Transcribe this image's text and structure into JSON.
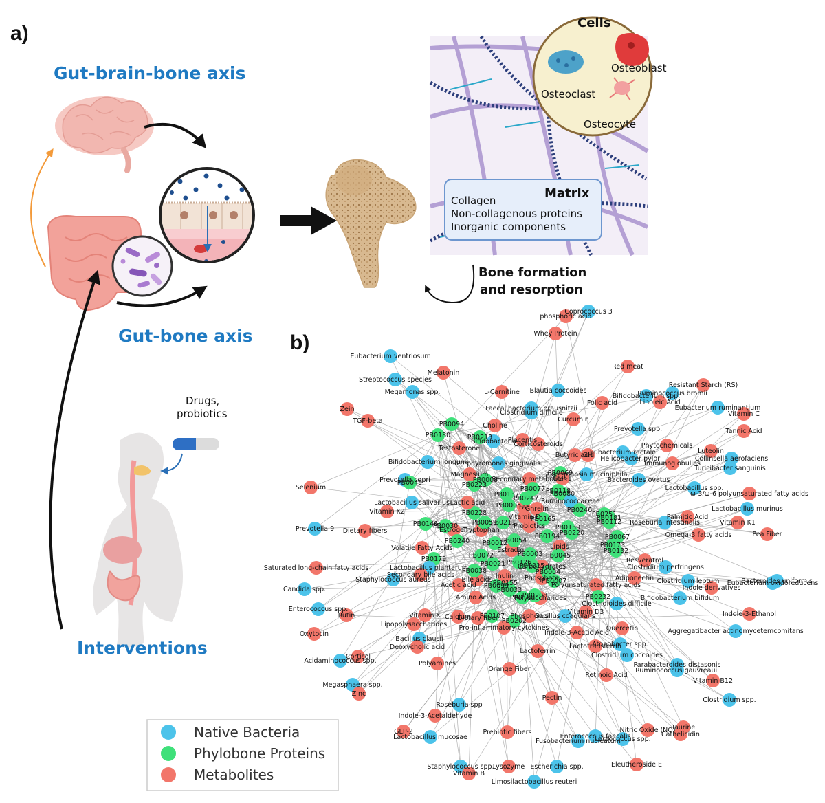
{
  "panel_a": {
    "label": "a)",
    "gut_brain_bone_axis": "Gut-brain-bone axis",
    "gut_bone_axis": "Gut-bone axis",
    "interventions": "Interventions",
    "drugs_line1": "Drugs,",
    "drugs_line2": "probiotics",
    "cells_title": "Cells",
    "osteoblast": "Osteoblast",
    "osteoclast": "Osteoclast",
    "osteocyte": "Osteocyte",
    "matrix_title": "Matrix",
    "matrix_items": [
      "Collagen",
      "Non-collagenous proteins",
      "Inorganic components"
    ],
    "bone_line1": "Bone formation",
    "bone_line2": "and resorption"
  },
  "panel_b": {
    "label": "b)",
    "legend": [
      {
        "label": "Native Bacteria",
        "color": "#4cc3ea"
      },
      {
        "label": "Phylobone Proteins",
        "color": "#3fe07a"
      },
      {
        "label": "Metabolites",
        "color": "#f2766a"
      }
    ],
    "nodes": [
      {
        "label": "Coprococcus 3",
        "group": "bacteria"
      },
      {
        "label": "phosphoric acid",
        "group": "metabolite"
      },
      {
        "label": "Whey Protein",
        "group": "metabolite"
      },
      {
        "label": "Eubacterium ventriosum",
        "group": "bacteria"
      },
      {
        "label": "Red meat",
        "group": "metabolite"
      },
      {
        "label": "Melatonin",
        "group": "metabolite"
      },
      {
        "label": "Streptococcus species",
        "group": "bacteria"
      },
      {
        "label": "Resistant Starch (RS)",
        "group": "metabolite"
      },
      {
        "label": "L-Carnitine",
        "group": "metabolite"
      },
      {
        "label": "Blautia coccoides",
        "group": "bacteria"
      },
      {
        "label": "Ruminococcus bromii",
        "group": "bacteria"
      },
      {
        "label": "Megamonas spp.",
        "group": "bacteria"
      },
      {
        "label": "Bifidobacterium spp.",
        "group": "bacteria"
      },
      {
        "label": "Linoleic Acid",
        "group": "metabolite"
      },
      {
        "label": "Folic acid",
        "group": "metabolite"
      },
      {
        "label": "Eubacterium ruminantium",
        "group": "bacteria"
      },
      {
        "label": "Faecalibacterium prausnitzii",
        "group": "bacteria"
      },
      {
        "label": "Clostridium difficile",
        "group": "bacteria"
      },
      {
        "label": "Curcumin",
        "group": "metabolite"
      },
      {
        "label": "Zein",
        "group": "metabolite"
      },
      {
        "label": "Vitamin C",
        "group": "metabolite"
      },
      {
        "label": "TGF-beta",
        "group": "metabolite"
      },
      {
        "label": "PB0094",
        "group": "protein"
      },
      {
        "label": "Choline",
        "group": "metabolite"
      },
      {
        "label": "Prevotella spp.",
        "group": "bacteria"
      },
      {
        "label": "Tannic Acid",
        "group": "metabolite"
      },
      {
        "label": "PB0180",
        "group": "protein"
      },
      {
        "label": "PB0213",
        "group": "protein"
      },
      {
        "label": "Bifidobacteria",
        "group": "bacteria"
      },
      {
        "label": "Placentis",
        "group": "metabolite"
      },
      {
        "label": "Corticosteroids",
        "group": "metabolite"
      },
      {
        "label": "Testosterone",
        "group": "metabolite"
      },
      {
        "label": "Phytochemicals",
        "group": "metabolite"
      },
      {
        "label": "Luteolin",
        "group": "metabolite"
      },
      {
        "label": "Bifidobacterium longum",
        "group": "bacteria"
      },
      {
        "label": "Porphyromonas gingivalis",
        "group": "bacteria"
      },
      {
        "label": "Butyric acid",
        "group": "metabolite"
      },
      {
        "label": "GH",
        "group": "metabolite"
      },
      {
        "label": "Eubacterium rectale",
        "group": "bacteria"
      },
      {
        "label": "Helicobacter pylori",
        "group": "bacteria"
      },
      {
        "label": "Immunoglobulins",
        "group": "metabolite"
      },
      {
        "label": "Collinsella aerofaciens",
        "group": "bacteria"
      },
      {
        "label": "Turicibacter sanguinis",
        "group": "bacteria"
      },
      {
        "label": "Prevotella copri",
        "group": "bacteria"
      },
      {
        "label": "PB0049",
        "group": "protein"
      },
      {
        "label": "PB0223",
        "group": "protein"
      },
      {
        "label": "PB0008",
        "group": "protein"
      },
      {
        "label": "Secondary metabolites",
        "group": "metabolite"
      },
      {
        "label": "PB0069",
        "group": "protein"
      },
      {
        "label": "GLP-1",
        "group": "metabolite"
      },
      {
        "label": "Akkermansia muciniphila",
        "group": "bacteria"
      },
      {
        "label": "Bacteroides ovatus",
        "group": "bacteria"
      },
      {
        "label": "Selenium",
        "group": "metabolite"
      },
      {
        "label": "Lactobacillus spp.",
        "group": "bacteria"
      },
      {
        "label": "PB0118",
        "group": "protein"
      },
      {
        "label": "PB0080",
        "group": "protein"
      },
      {
        "label": "ω-3/ω-6 polyunsaturated fatty acids",
        "group": "metabolite"
      },
      {
        "label": "Lactobacillus salivarius",
        "group": "bacteria"
      },
      {
        "label": "PB0137",
        "group": "protein"
      },
      {
        "label": "PB0077",
        "group": "protein"
      },
      {
        "label": "Vitamin K2",
        "group": "metabolite"
      },
      {
        "label": "Ruminococcaceae",
        "group": "bacteria"
      },
      {
        "label": "Fat",
        "group": "metabolite"
      },
      {
        "label": "Lactobacillus murinus",
        "group": "bacteria"
      },
      {
        "label": "PB0228",
        "group": "protein"
      },
      {
        "label": "Vitamin D",
        "group": "metabolite"
      },
      {
        "label": "Ghrelin",
        "group": "metabolite"
      },
      {
        "label": "PB0246",
        "group": "protein"
      },
      {
        "label": "PB0251",
        "group": "protein"
      },
      {
        "label": "PB0181",
        "group": "protein"
      },
      {
        "label": "Palmitic Acid",
        "group": "metabolite"
      },
      {
        "label": "Vitamin K1",
        "group": "metabolite"
      },
      {
        "label": "Prevotella 9",
        "group": "bacteria"
      },
      {
        "label": "PB0146",
        "group": "protein"
      },
      {
        "label": "Estrogen",
        "group": "metabolite"
      },
      {
        "label": "Tryptophan",
        "group": "metabolite"
      },
      {
        "label": "Probiotics",
        "group": "metabolite"
      },
      {
        "label": "PB0220",
        "group": "protein"
      },
      {
        "label": "PB0112",
        "group": "protein"
      },
      {
        "label": "Roseburia intestinalis",
        "group": "bacteria"
      },
      {
        "label": "Dietary fibers",
        "group": "metabolite"
      },
      {
        "label": "Pea Fiber",
        "group": "metabolite"
      },
      {
        "label": "Omega-3 fatty acids",
        "group": "metabolite"
      },
      {
        "label": "Volatile Fatty Acids",
        "group": "metabolite"
      },
      {
        "label": "PB0067",
        "group": "protein"
      },
      {
        "label": "PB0173",
        "group": "protein"
      },
      {
        "label": "PB0132",
        "group": "protein"
      },
      {
        "label": "Lipids",
        "group": "metabolite"
      },
      {
        "label": "PB0179",
        "group": "protein"
      },
      {
        "label": "PB0003",
        "group": "protein"
      },
      {
        "label": "Estradiol",
        "group": "metabolite"
      },
      {
        "label": "Resveratrol",
        "group": "metabolite"
      },
      {
        "label": "Clostridium perfringens",
        "group": "bacteria"
      },
      {
        "label": "Saturated long-chain fatty acids",
        "group": "metabolite"
      },
      {
        "label": "Lactobacillus plantarum",
        "group": "bacteria"
      },
      {
        "label": "Carbohydrates",
        "group": "metabolite"
      },
      {
        "label": "Secondary bile acids",
        "group": "metabolite"
      },
      {
        "label": "Staphylococcus aureus",
        "group": "bacteria"
      },
      {
        "label": "PB0155",
        "group": "protein"
      },
      {
        "label": "Phosphate",
        "group": "metabolite"
      },
      {
        "label": "Adiponectin",
        "group": "metabolite"
      },
      {
        "label": "Clostridium leptum",
        "group": "bacteria"
      },
      {
        "label": "Bacteroides uniformis",
        "group": "bacteria"
      },
      {
        "label": "Eubacterium oxidoreducens",
        "group": "bacteria"
      },
      {
        "label": "Indole derivatives",
        "group": "metabolite"
      },
      {
        "label": "Candida spp.",
        "group": "bacteria"
      },
      {
        "label": "Acetic acid",
        "group": "metabolite"
      },
      {
        "label": "Bile acids",
        "group": "metabolite"
      },
      {
        "label": "Inulin",
        "group": "metabolite"
      },
      {
        "label": "Polyunsaturated fatty acids",
        "group": "metabolite"
      },
      {
        "label": "PB0232",
        "group": "protein"
      },
      {
        "label": "Clostridioides difficile",
        "group": "bacteria"
      },
      {
        "label": "Bifidobacterium bifidum",
        "group": "bacteria"
      },
      {
        "label": "Enterococcus spp.",
        "group": "bacteria"
      },
      {
        "label": "Amino Acids",
        "group": "metabolite"
      },
      {
        "label": "Polysaccharides",
        "group": "metabolite"
      },
      {
        "label": "Rutin",
        "group": "metabolite"
      },
      {
        "label": "Indole-3-Ethanol",
        "group": "metabolite"
      },
      {
        "label": "Vitamin K",
        "group": "metabolite"
      },
      {
        "label": "Calcium",
        "group": "metabolite"
      },
      {
        "label": "Dietary fiber",
        "group": "metabolite"
      },
      {
        "label": "Bacillus coagulans",
        "group": "bacteria"
      },
      {
        "label": "Vitamin D3",
        "group": "metabolite"
      },
      {
        "label": "PB0202",
        "group": "protein"
      },
      {
        "label": "Lipopolysaccharides",
        "group": "metabolite"
      },
      {
        "label": "Pro-inflammatory cytokines",
        "group": "metabolite"
      },
      {
        "label": "Indole-3-Acetic Acid",
        "group": "metabolite"
      },
      {
        "label": "Quercetin",
        "group": "metabolite"
      },
      {
        "label": "Aggregatibacter actinomycetemcomitans",
        "group": "bacteria"
      },
      {
        "label": "Oxytocin",
        "group": "metabolite"
      },
      {
        "label": "Bacillus clausii",
        "group": "bacteria"
      },
      {
        "label": "Deoxycholic acid",
        "group": "metabolite"
      },
      {
        "label": "Lactoferrin",
        "group": "metabolite"
      },
      {
        "label": "Lactotransferrin",
        "group": "metabolite"
      },
      {
        "label": "Atopobacter spp.",
        "group": "bacteria"
      },
      {
        "label": "Cortisol",
        "group": "metabolite"
      },
      {
        "label": "Clostridium coccoides",
        "group": "bacteria"
      },
      {
        "label": "Acidaminococcus spp.",
        "group": "bacteria"
      },
      {
        "label": "Polyamines",
        "group": "metabolite"
      },
      {
        "label": "Parabacteroides distasonis",
        "group": "bacteria"
      },
      {
        "label": "Orange Fiber",
        "group": "metabolite"
      },
      {
        "label": "Ruminococcus gauvreauii",
        "group": "bacteria"
      },
      {
        "label": "Retinoic Acid",
        "group": "metabolite"
      },
      {
        "label": "Megasphaera spp.",
        "group": "bacteria"
      },
      {
        "label": "Vitamin B12",
        "group": "metabolite"
      },
      {
        "label": "Zinc",
        "group": "metabolite"
      },
      {
        "label": "Pectin",
        "group": "metabolite"
      },
      {
        "label": "Clostridium spp.",
        "group": "bacteria"
      },
      {
        "label": "Roseburia spp",
        "group": "bacteria"
      },
      {
        "label": "Indole-3-Acetaldehyde",
        "group": "metabolite"
      },
      {
        "label": "Nitric Oxide (NO)",
        "group": "metabolite"
      },
      {
        "label": "Taurine",
        "group": "metabolite"
      },
      {
        "label": "Cathelicidin",
        "group": "metabolite"
      },
      {
        "label": "GLP-2",
        "group": "metabolite"
      },
      {
        "label": "Prebiotic fibers",
        "group": "metabolite"
      },
      {
        "label": "Enterococcus faecalis",
        "group": "bacteria"
      },
      {
        "label": "Lactococcus spp.",
        "group": "bacteria"
      },
      {
        "label": "Lactobacillus mucosae",
        "group": "bacteria"
      },
      {
        "label": "Fusobacterium nucleatum",
        "group": "bacteria"
      },
      {
        "label": "Staphylococcus spp.",
        "group": "bacteria"
      },
      {
        "label": "Lysozyme",
        "group": "metabolite"
      },
      {
        "label": "Escherichia spp.",
        "group": "bacteria"
      },
      {
        "label": "Eleutheroside E",
        "group": "metabolite"
      },
      {
        "label": "Vitamin B",
        "group": "metabolite"
      },
      {
        "label": "Limosilactobacillus reuteri",
        "group": "bacteria"
      },
      {
        "label": "Phosphorus",
        "group": "metabolite"
      },
      {
        "label": "Magnesium",
        "group": "metabolite"
      },
      {
        "label": "Lactic acid",
        "group": "metabolite"
      },
      {
        "label": "PB0030",
        "group": "protein"
      },
      {
        "label": "PB0240",
        "group": "protein"
      },
      {
        "label": "PB0072",
        "group": "protein"
      },
      {
        "label": "PB0033",
        "group": "protein"
      },
      {
        "label": "PB0139",
        "group": "protein"
      },
      {
        "label": "PB0107",
        "group": "protein"
      },
      {
        "label": "PB0015",
        "group": "protein"
      },
      {
        "label": "PB0021",
        "group": "protein"
      },
      {
        "label": "PB0004",
        "group": "protein"
      },
      {
        "label": "PB0054",
        "group": "protein"
      },
      {
        "label": "PB0194",
        "group": "protein"
      },
      {
        "label": "PB0099",
        "group": "protein"
      },
      {
        "label": "PB0160",
        "group": "protein"
      },
      {
        "label": "PB0211",
        "group": "protein"
      },
      {
        "label": "PB0045",
        "group": "protein"
      },
      {
        "label": "PB0126",
        "group": "protein"
      },
      {
        "label": "PB0007",
        "group": "protein"
      },
      {
        "label": "PB0208",
        "group": "protein"
      },
      {
        "label": "PB0038",
        "group": "protein"
      },
      {
        "label": "PB0005",
        "group": "protein"
      },
      {
        "label": "PB0059",
        "group": "protein"
      },
      {
        "label": "PB0165",
        "group": "protein"
      },
      {
        "label": "PB0247",
        "group": "protein"
      },
      {
        "label": "PB0012",
        "group": "protein"
      }
    ]
  }
}
